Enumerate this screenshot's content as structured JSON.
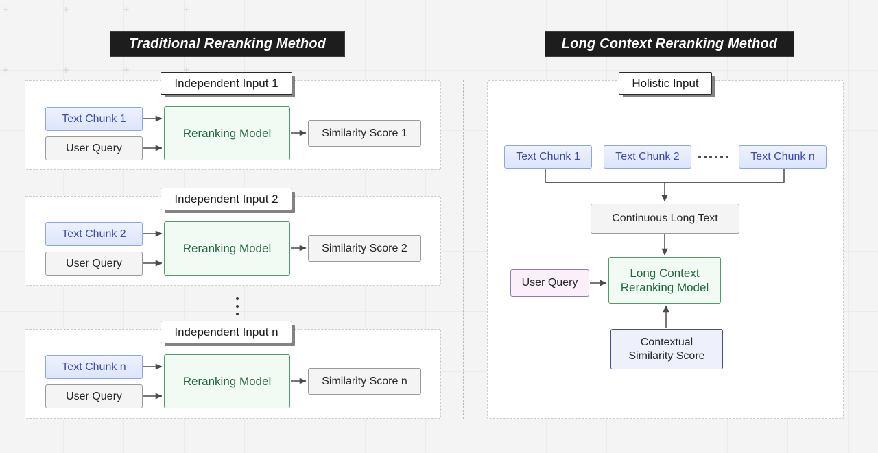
{
  "diagram": {
    "title_left": "Traditional Reranking Method",
    "title_right": "Long Context Reranking Method",
    "colors": {
      "banner_bg": "#1d1d1d",
      "banner_text": "#ffffff",
      "chunk_fill": "#e6ecfb",
      "chunk_border": "#8aa6ef",
      "chunk_text": "#3b4bb5",
      "model_fill": "#f2faf4",
      "model_border": "#4f9e68",
      "model_text": "#1f6b3b",
      "grey_fill": "#f4f4f4",
      "grey_border": "#9a9a9a",
      "pink_fill": "#fbeffa",
      "pink_border": "#8b7bb8",
      "lavender_fill": "#eef0fb",
      "lavender_border": "#4d4a8f",
      "canvas_bg": "#f4f4f4",
      "panel_bg": "#ffffff",
      "arrow": "#4a4a4a"
    }
  },
  "left": {
    "banner": "Traditional Reranking Method",
    "groups": [
      {
        "card": "Independent Input 1",
        "chunk": "Text Chunk 1",
        "query": "User Query",
        "model": "Reranking Model",
        "score": "Similarity Score 1"
      },
      {
        "card": "Independent Input 2",
        "chunk": "Text Chunk 2",
        "query": "User Query",
        "model": "Reranking Model",
        "score": "Similarity Score 2"
      },
      {
        "card": "Independent Input n",
        "chunk": "Text Chunk n",
        "query": "User Query",
        "model": "Reranking Model",
        "score": "Similarity Score n"
      }
    ],
    "ellipsis": "vertical-ellipsis"
  },
  "right": {
    "banner": "Long Context Reranking Method",
    "card": "Holistic Input",
    "chunks": [
      "Text Chunk 1",
      "Text Chunk 2",
      "Text Chunk n"
    ],
    "chunk_ellipsis": "horizontal-ellipsis",
    "long_text": "Continuous Long Text",
    "user_query": "User Query",
    "model": "Long Context\nReranking Model",
    "score": "Contextual\nSimilarity Score"
  }
}
